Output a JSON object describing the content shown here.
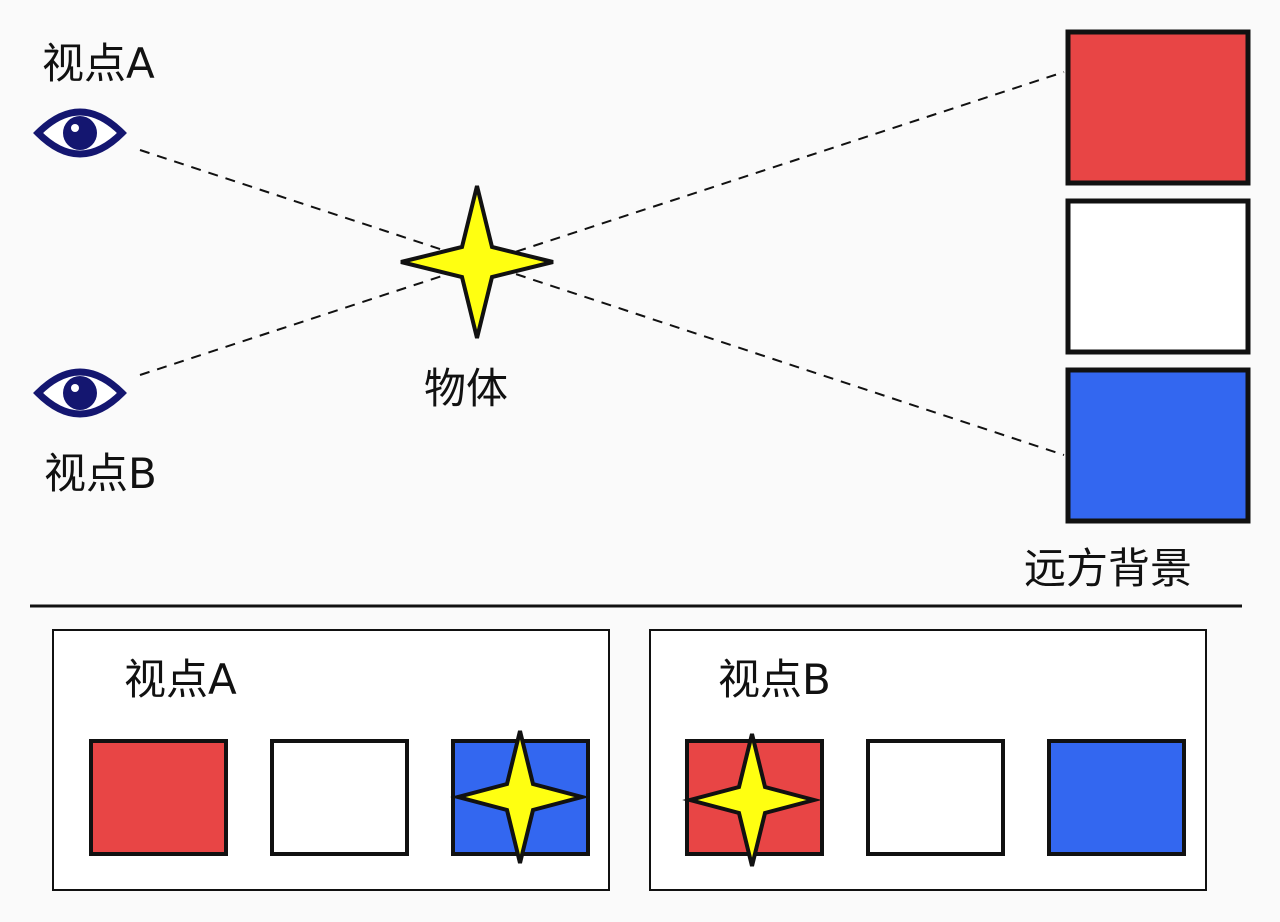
{
  "colors": {
    "red": "#e84545",
    "white": "#ffffff",
    "blue": "#3367f0",
    "star": "#ffff11",
    "eye": "#141670",
    "line": "#111111"
  },
  "top": {
    "viewpoint_a_label": "视点A",
    "viewpoint_b_label": "视点B",
    "object_label": "物体",
    "background_label": "远方背景",
    "background_squares": [
      "red",
      "white",
      "blue"
    ]
  },
  "bottom": {
    "panel_a": {
      "title": "视点A",
      "squares": [
        "red",
        "white",
        "blue"
      ],
      "star_over": "blue"
    },
    "panel_b": {
      "title": "视点B",
      "squares": [
        "red",
        "white",
        "blue"
      ],
      "star_over": "red"
    }
  },
  "icons": {
    "viewpoint": "eye-icon",
    "object": "four-point-star-icon"
  }
}
